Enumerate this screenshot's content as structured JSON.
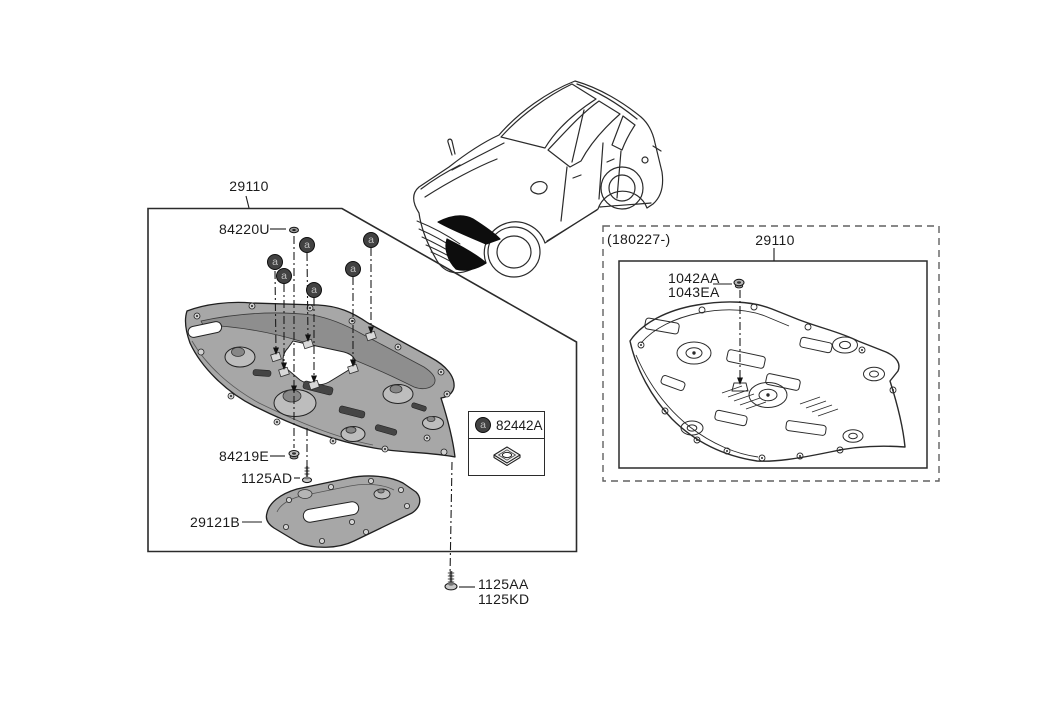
{
  "main_group": {
    "part_number": "29110",
    "clip_marker": "a",
    "fasteners": {
      "rivet": "84220U",
      "nut": "84219E",
      "bolt": "1125AD",
      "lower_cover": "29121B"
    }
  },
  "clip_legend": {
    "marker": "a",
    "part_number": "82442A"
  },
  "mounting_bolt": {
    "line1": "1125AA",
    "line2": "1125KD"
  },
  "revision_group": {
    "date_code": "(180227-)",
    "part_number": "29110",
    "fastener_line1": "1042AA",
    "fastener_line2": "1043EA"
  }
}
